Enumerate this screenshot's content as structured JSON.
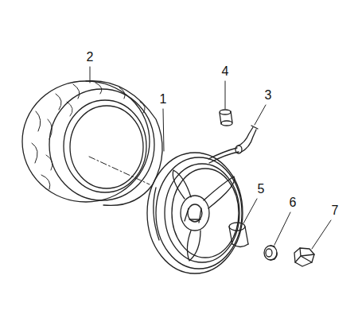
{
  "diagram": {
    "labels": [
      "2",
      "1",
      "4",
      "3",
      "5",
      "6",
      "7"
    ]
  }
}
